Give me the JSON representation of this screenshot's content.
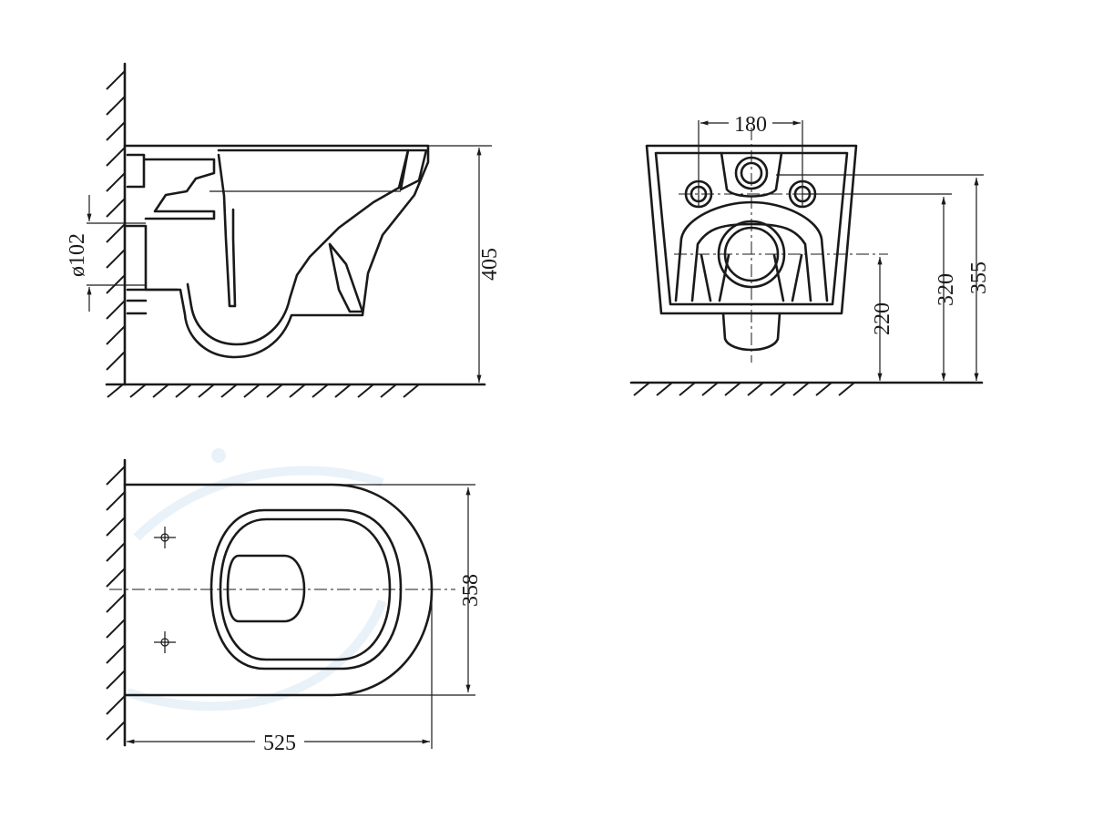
{
  "dimensions": {
    "side_diameter": "ø102",
    "side_height": "405",
    "rear_width": "180",
    "rear_inlet_height": "220",
    "rear_bolt_height": "320",
    "rear_top_height": "355",
    "top_width": "358",
    "top_length": "525"
  }
}
